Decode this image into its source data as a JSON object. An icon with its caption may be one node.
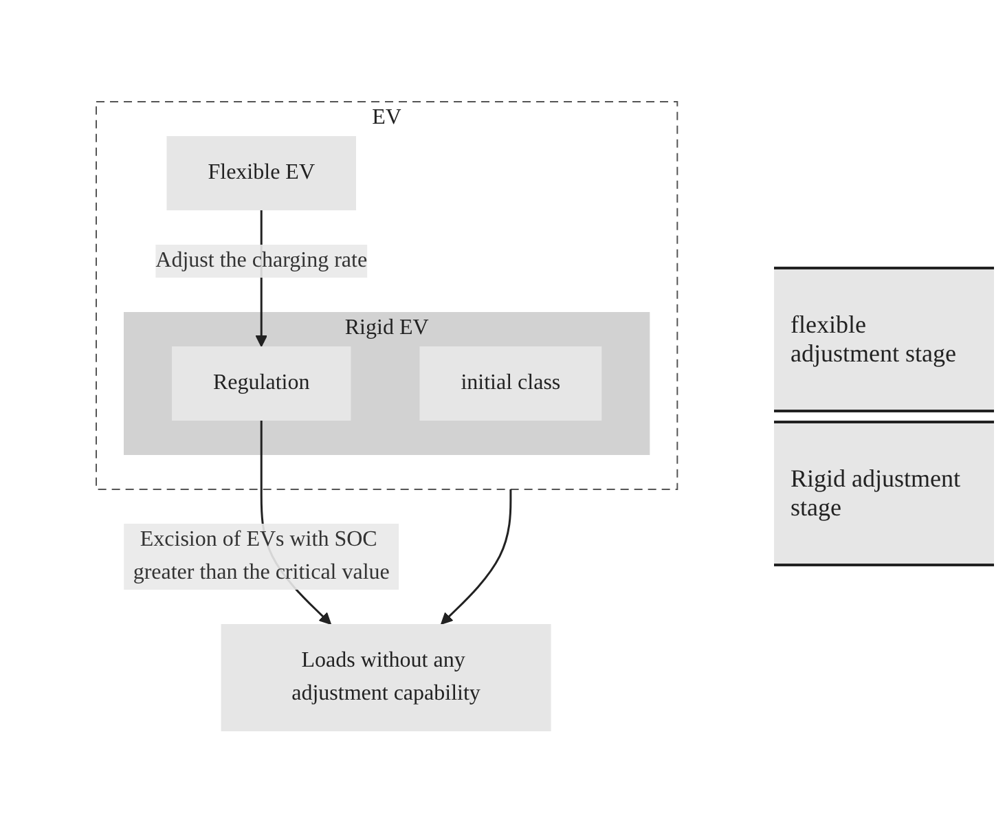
{
  "diagram": {
    "nodes": [
      {
        "text": [
          "EV"
        ]
      },
      {
        "text": [
          "Flexible EV"
        ],
        "in": 0
      },
      {
        "text": [
          "Rigid EV"
        ],
        "in": 0
      },
      {
        "text": [
          "Regulation"
        ],
        "in": 2
      },
      {
        "text": [
          "initial class"
        ],
        "in": 2
      },
      {
        "text": [
          "Loads without any adjustment capability"
        ]
      }
    ],
    "edges": [
      {
        "from": 1,
        "to": 3,
        "arrow": "to",
        "label": "Adjust the charging rate"
      },
      {
        "from": 3,
        "to": 5,
        "arrow": "to",
        "label": "Excision of EVs with SOC greater than the critical value"
      },
      {
        "from": 0,
        "to": 5,
        "arrow": "to"
      }
    ],
    "labels": [
      "flexible adjustment stage",
      "Rigid adjustment stage"
    ]
  }
}
